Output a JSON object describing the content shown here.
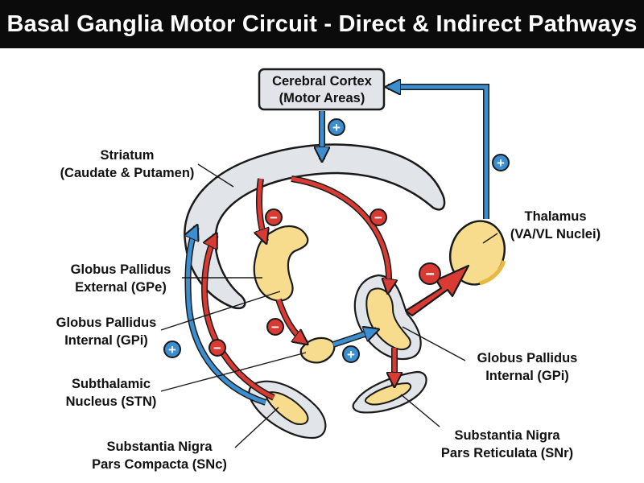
{
  "title": "Basal Ganglia Motor Circuit - Direct & Indirect Pathways",
  "structures": {
    "cortex": {
      "line1": "Cerebral Cortex",
      "line2": "(Motor Areas)"
    },
    "striatum": {
      "line1": "Striatum",
      "line2": "(Caudate & Putamen)"
    },
    "gpe": {
      "line1": "Globus Pallidus",
      "line2": "External (GPe)"
    },
    "gpi_left": {
      "line1": "Globus Pallidus",
      "line2": "Internal (GPi)"
    },
    "stn": {
      "line1": "Subthalamic",
      "line2": "Nucleus (STN)"
    },
    "snc": {
      "line1": "Substantia Nigra",
      "line2": "Pars Compacta (SNc)"
    },
    "thalamus": {
      "line1": "Thalamus",
      "line2": "(VA/VL Nuclei)"
    },
    "gpi_right": {
      "line1": "Globus Pallidus",
      "line2": "Internal (GPi)"
    },
    "snr": {
      "line1": "Substantia Nigra",
      "line2": "Pars Reticulata (SNr)"
    }
  },
  "signs": {
    "plus": "+",
    "minus": "−"
  },
  "colors": {
    "excitatory": "#3b8fd0",
    "inhibitory": "#d83a34",
    "nucleus_fill": "#f6dc8c",
    "structure_fill": "#e1e4e8",
    "outline": "#1a1a1a",
    "title_bg": "#0b0b0b"
  }
}
